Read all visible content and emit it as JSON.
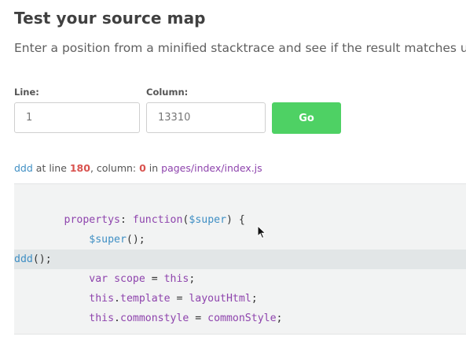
{
  "page": {
    "title": "Test your source map",
    "subtitle": "Enter a position from a minified stacktrace and see if the result matches up w"
  },
  "form": {
    "line_label": "Line:",
    "line_placeholder": "1",
    "column_label": "Column:",
    "column_placeholder": "13310",
    "go_label": "Go"
  },
  "result": {
    "name": "ddd",
    "at_line_text": " at line ",
    "line": "180",
    "column_text": ", column: ",
    "column": "0",
    "in_text": " in ",
    "file": "pages/index/index.js"
  },
  "code": {
    "line1": {
      "indent": "        ",
      "name": "propertys",
      "sep": ": ",
      "kw": "function",
      "open": "(",
      "param": "$super",
      "close": ") {"
    },
    "line2": {
      "indent": "            ",
      "name": "$super",
      "rest": "();"
    },
    "line3": {
      "name": "ddd",
      "rest": "();"
    },
    "line4": {
      "indent": "            ",
      "kw": "var",
      "sp": " ",
      "name": "scope",
      "eq": " = ",
      "val": "this",
      "end": ";"
    },
    "line5": {
      "indent": "            ",
      "obj": "this",
      "dot": ".",
      "prop": "template",
      "eq": " = ",
      "val": "layoutHtml",
      "end": ";"
    },
    "line6": {
      "indent": "            ",
      "obj": "this",
      "dot": ".",
      "prop": "commonstyle",
      "eq": " = ",
      "val": "commonStyle",
      "end": ";"
    }
  },
  "colors": {
    "accent_green": "#4ed164",
    "link_blue": "#3f8fc4",
    "keyword_purple": "#8e44ad",
    "number_red": "#d9534f",
    "code_bg": "#f2f3f3",
    "highlight_bg": "#e2e6e7"
  },
  "icons": {
    "cursor": "mouse-pointer-icon"
  }
}
